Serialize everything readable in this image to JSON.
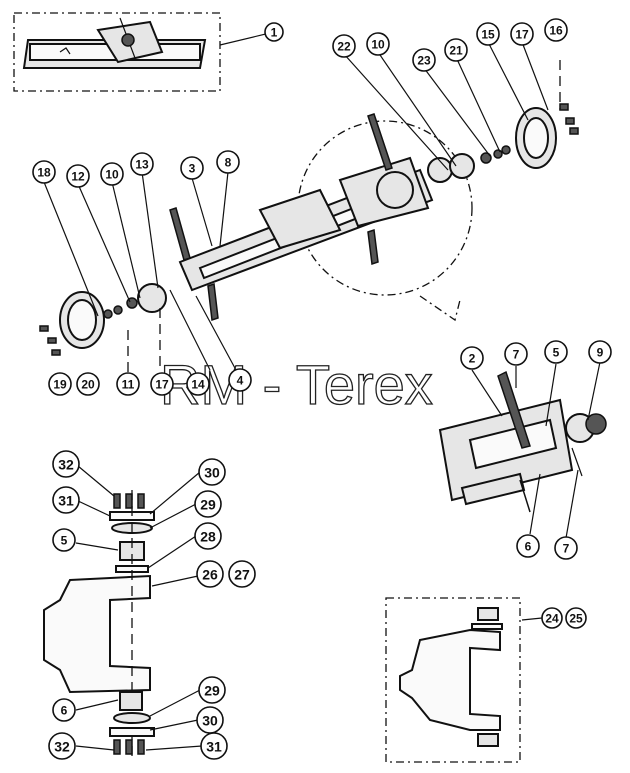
{
  "watermark": "RM - Terex",
  "callouts": [
    {
      "id": "c1",
      "label": "1"
    },
    {
      "id": "c22",
      "label": "22"
    },
    {
      "id": "c10a",
      "label": "10"
    },
    {
      "id": "c23",
      "label": "23"
    },
    {
      "id": "c21",
      "label": "21"
    },
    {
      "id": "c15",
      "label": "15"
    },
    {
      "id": "c17a",
      "label": "17"
    },
    {
      "id": "c16",
      "label": "16"
    },
    {
      "id": "c18",
      "label": "18"
    },
    {
      "id": "c12",
      "label": "12"
    },
    {
      "id": "c10b",
      "label": "10"
    },
    {
      "id": "c13",
      "label": "13"
    },
    {
      "id": "c3",
      "label": "3"
    },
    {
      "id": "c8",
      "label": "8"
    },
    {
      "id": "c19",
      "label": "19"
    },
    {
      "id": "c20",
      "label": "20"
    },
    {
      "id": "c11",
      "label": "11"
    },
    {
      "id": "c17b",
      "label": "17"
    },
    {
      "id": "c14",
      "label": "14"
    },
    {
      "id": "c4",
      "label": "4"
    },
    {
      "id": "c2",
      "label": "2"
    },
    {
      "id": "c7a",
      "label": "7"
    },
    {
      "id": "c5a",
      "label": "5"
    },
    {
      "id": "c9",
      "label": "9"
    },
    {
      "id": "c6a",
      "label": "6"
    },
    {
      "id": "c7b",
      "label": "7"
    },
    {
      "id": "c32a",
      "label": "32"
    },
    {
      "id": "c31a",
      "label": "31"
    },
    {
      "id": "c30a",
      "label": "30"
    },
    {
      "id": "c29a",
      "label": "29"
    },
    {
      "id": "c5b",
      "label": "5"
    },
    {
      "id": "c28",
      "label": "28"
    },
    {
      "id": "c26",
      "label": "26"
    },
    {
      "id": "c27",
      "label": "27"
    },
    {
      "id": "c24",
      "label": "24"
    },
    {
      "id": "c25",
      "label": "25"
    },
    {
      "id": "c6b",
      "label": "6"
    },
    {
      "id": "c29b",
      "label": "29"
    },
    {
      "id": "c30b",
      "label": "30"
    },
    {
      "id": "c32b",
      "label": "32"
    },
    {
      "id": "c31b",
      "label": "31"
    }
  ]
}
